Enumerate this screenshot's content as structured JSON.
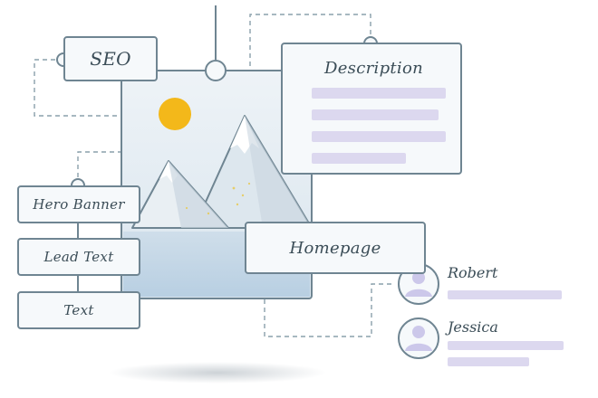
{
  "labels": {
    "seo": "SEO",
    "description": "Description",
    "hero_banner": "Hero Banner",
    "lead_text": "Lead Text",
    "text": "Text",
    "homepage": "Homepage"
  },
  "people": [
    {
      "name": "Robert",
      "avatar": "user-icon"
    },
    {
      "name": "Jessica",
      "avatar": "user-icon"
    }
  ],
  "colors": {
    "stroke": "#6f8592",
    "connector": "#8aa0ab",
    "placeholder_line": "#dcd8ef",
    "sun": "#f3b81a",
    "image_sky": "#e3ecf4",
    "image_water": "#c3d6e6",
    "mountain_shade": "#c9d6df",
    "avatar_fill": "#ccc8ea"
  }
}
